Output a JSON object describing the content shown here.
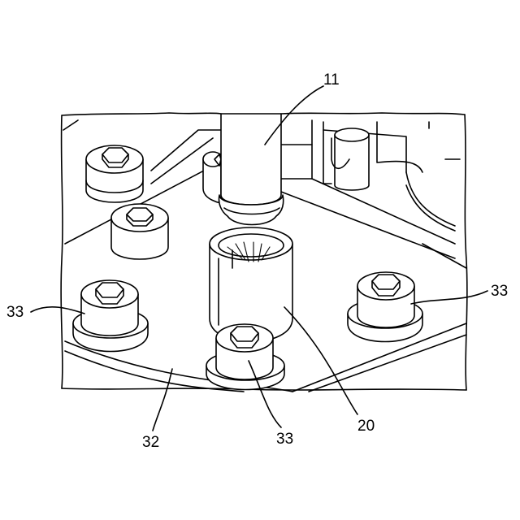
{
  "figure": {
    "labels": {
      "punch": "11",
      "sleeve": "20",
      "plate": "32",
      "bolt_left": "33",
      "bolt_right": "33",
      "bolt_bottom": "33"
    }
  }
}
